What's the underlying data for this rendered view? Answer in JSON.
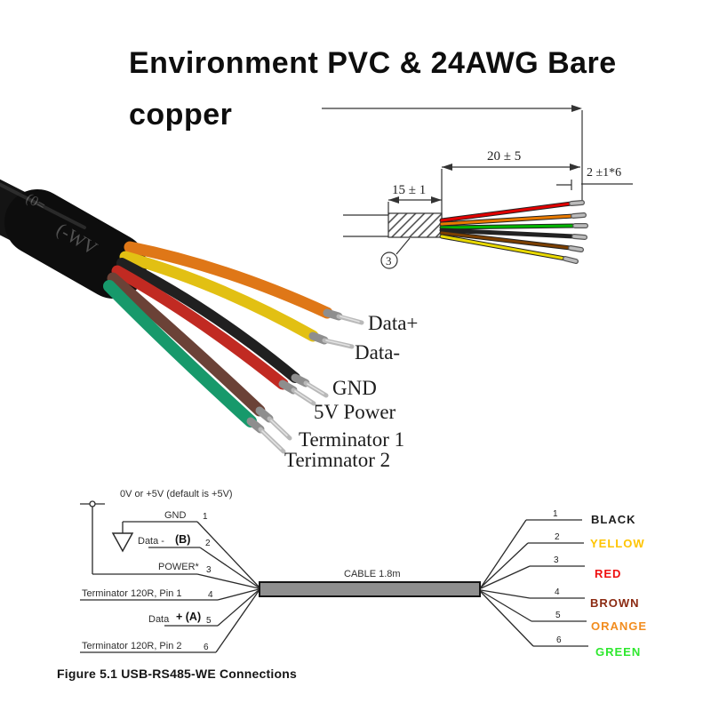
{
  "title": {
    "line1": "Environment PVC & 24AWG Bare",
    "line2": "copper"
  },
  "photo": {
    "sleeve_markings": [
      "(0=",
      "(-WV"
    ],
    "wire_labels": [
      "Data+",
      "Data-",
      "GND",
      "5V Power",
      "Terminator 1",
      "Terimnator 2"
    ],
    "wire_colors": {
      "orange": "#df7717",
      "yellow": "#e2c013",
      "black": "#202020",
      "red": "#c12a22",
      "brown": "#6b4237",
      "green": "#17996b"
    }
  },
  "tech_drawing": {
    "dim_strip": "20 ± 5",
    "dim_tip": "2 ±1*6",
    "dim_jacket": "15 ± 1",
    "callout_number": "3",
    "wire_colors": {
      "red": "#e00000",
      "orange": "#e87a00",
      "green": "#00b400",
      "black": "#1a1a1a",
      "brown": "#7b3f00",
      "yellow": "#e8d800"
    }
  },
  "schematic": {
    "power_note": "0V or +5V (default is +5V)",
    "cable_label": "CABLE 1.8m",
    "caption": "Figure 5.1 USB-RS485-WE Connections",
    "left_pins": [
      {
        "num": "1",
        "label": "GND",
        "bold": ""
      },
      {
        "num": "2",
        "label": "Data -",
        "bold": "(B)"
      },
      {
        "num": "3",
        "label": "POWER*",
        "bold": ""
      },
      {
        "num": "4",
        "label": "Terminator 120R, Pin 1",
        "bold": ""
      },
      {
        "num": "5",
        "label": "Data",
        "bold": "+ (A)"
      },
      {
        "num": "6",
        "label": "Terminator 120R, Pin 2",
        "bold": ""
      }
    ],
    "right_pins": [
      {
        "num": "1",
        "name": "BLACK",
        "color": "#1d1d1d"
      },
      {
        "num": "2",
        "name": "YELLOW",
        "color": "#ffc400"
      },
      {
        "num": "3",
        "name": "RED",
        "color": "#ee0f0f"
      },
      {
        "num": "4",
        "name": "BROWN",
        "color": "#8b2a12"
      },
      {
        "num": "5",
        "name": "ORANGE",
        "color": "#f28c1e"
      },
      {
        "num": "6",
        "name": "GREEN",
        "color": "#2ee82e"
      }
    ]
  }
}
